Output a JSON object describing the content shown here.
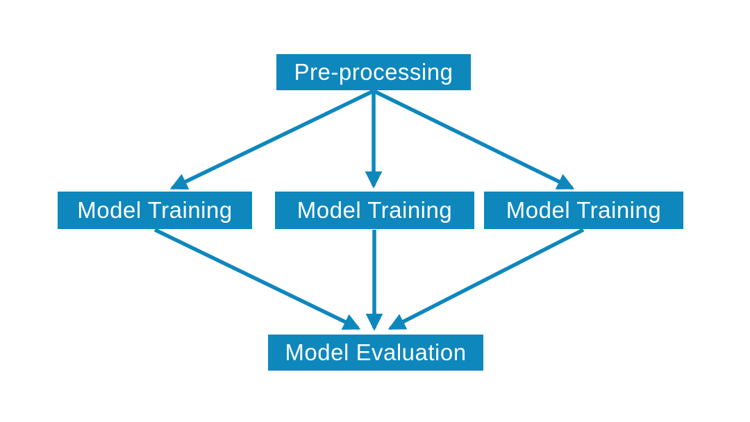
{
  "colors": {
    "node_fill": "#0e87bd",
    "node_text": "#ffffff",
    "arrow": "#0e87bd",
    "background": "#ffffff"
  },
  "nodes": {
    "preprocessing": {
      "label": "Pre-processing"
    },
    "training_left": {
      "label": "Model Training"
    },
    "training_center": {
      "label": "Model Training"
    },
    "training_right": {
      "label": "Model Training"
    },
    "evaluation": {
      "label": "Model Evaluation"
    }
  },
  "edges": [
    {
      "from": "preprocessing",
      "to": "training_left"
    },
    {
      "from": "preprocessing",
      "to": "training_center"
    },
    {
      "from": "preprocessing",
      "to": "training_right"
    },
    {
      "from": "training_left",
      "to": "evaluation"
    },
    {
      "from": "training_center",
      "to": "evaluation"
    },
    {
      "from": "training_right",
      "to": "evaluation"
    }
  ]
}
